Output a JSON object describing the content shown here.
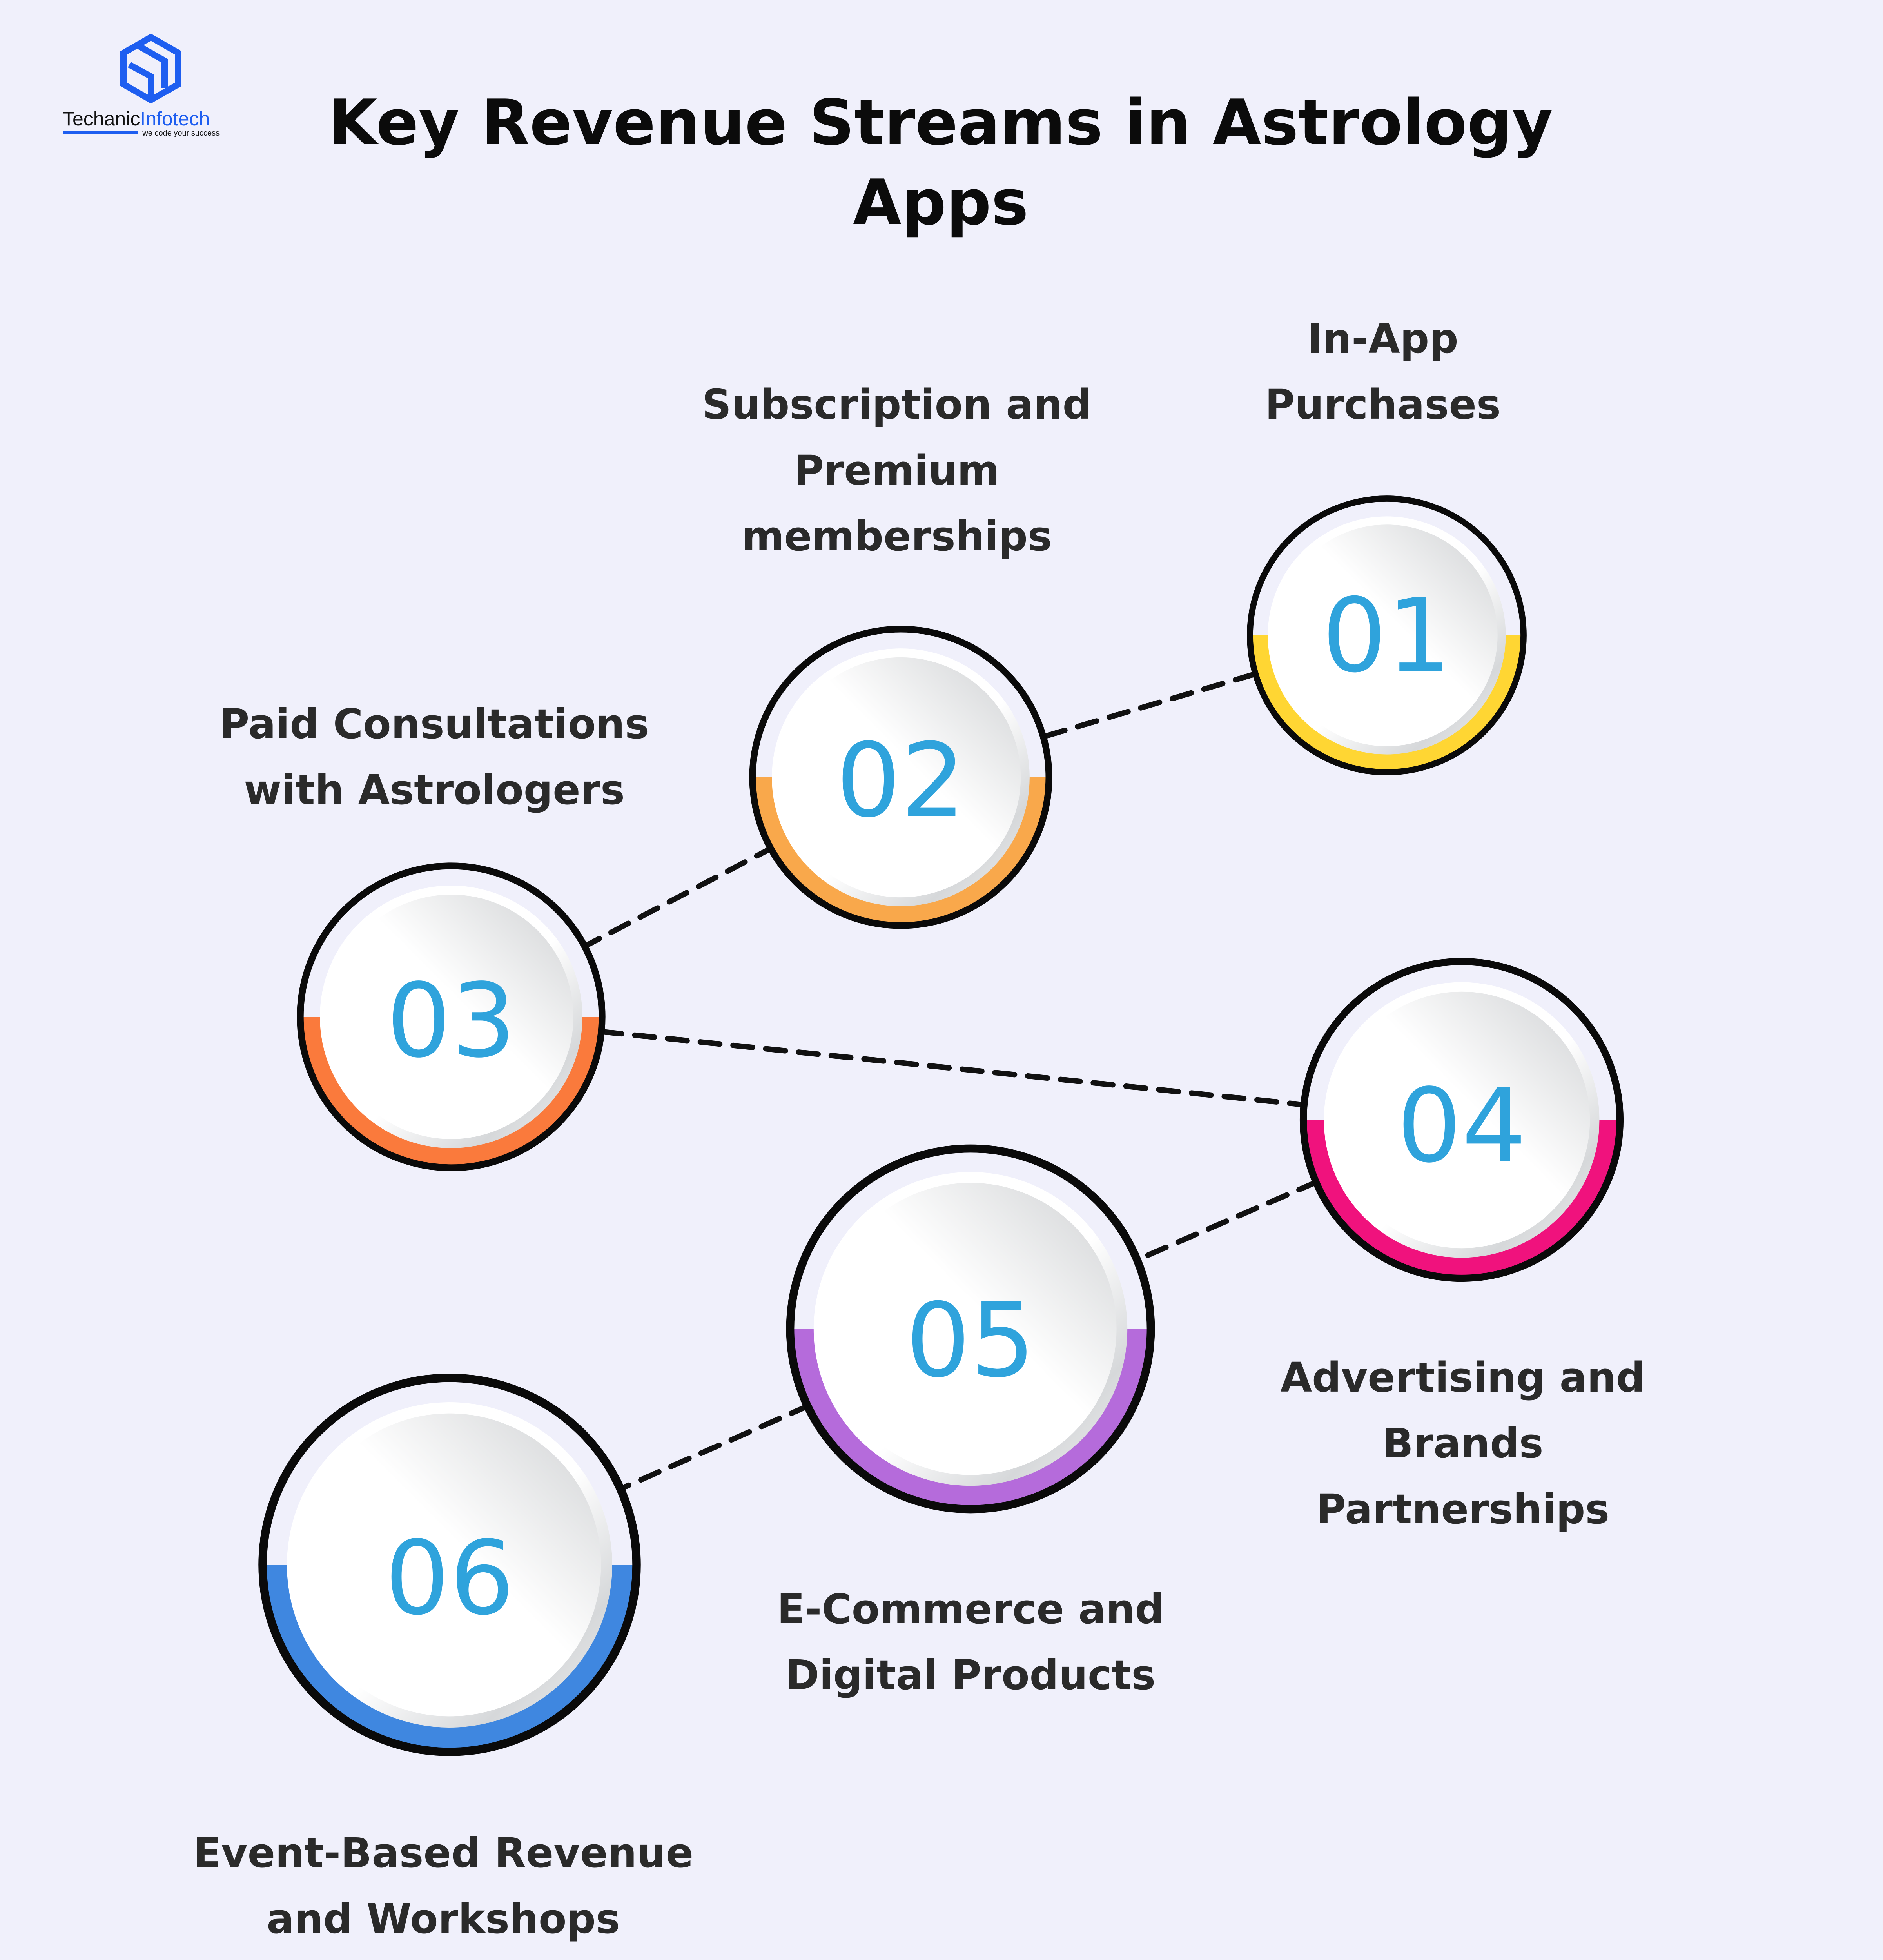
{
  "logo": {
    "name_part1": "Techanic",
    "name_part2": "Infotech",
    "tagline": "we code your success",
    "brand_color": "#1E5EF0"
  },
  "title": {
    "line1": "Key Revenue Streams in Astrology",
    "line2": "Apps"
  },
  "number_color": "#2FA3DC",
  "streams": [
    {
      "number": "01",
      "label_lines": [
        "In-App",
        "Purchases"
      ],
      "accent": "#FFD633"
    },
    {
      "number": "02",
      "label_lines": [
        "Subscription and",
        "Premium",
        "memberships"
      ],
      "accent": "#F9A84B"
    },
    {
      "number": "03",
      "label_lines": [
        "Paid Consultations",
        "with Astrologers"
      ],
      "accent": "#FA7A3C"
    },
    {
      "number": "04",
      "label_lines": [
        "Advertising and",
        "Brands",
        "Partnerships"
      ],
      "accent": "#F0127D"
    },
    {
      "number": "05",
      "label_lines": [
        "E-Commerce and",
        "Digital Products"
      ],
      "accent": "#B56BDB"
    },
    {
      "number": "06",
      "label_lines": [
        "Event-Based Revenue",
        "and Workshops"
      ],
      "accent": "#3F87E0"
    }
  ]
}
